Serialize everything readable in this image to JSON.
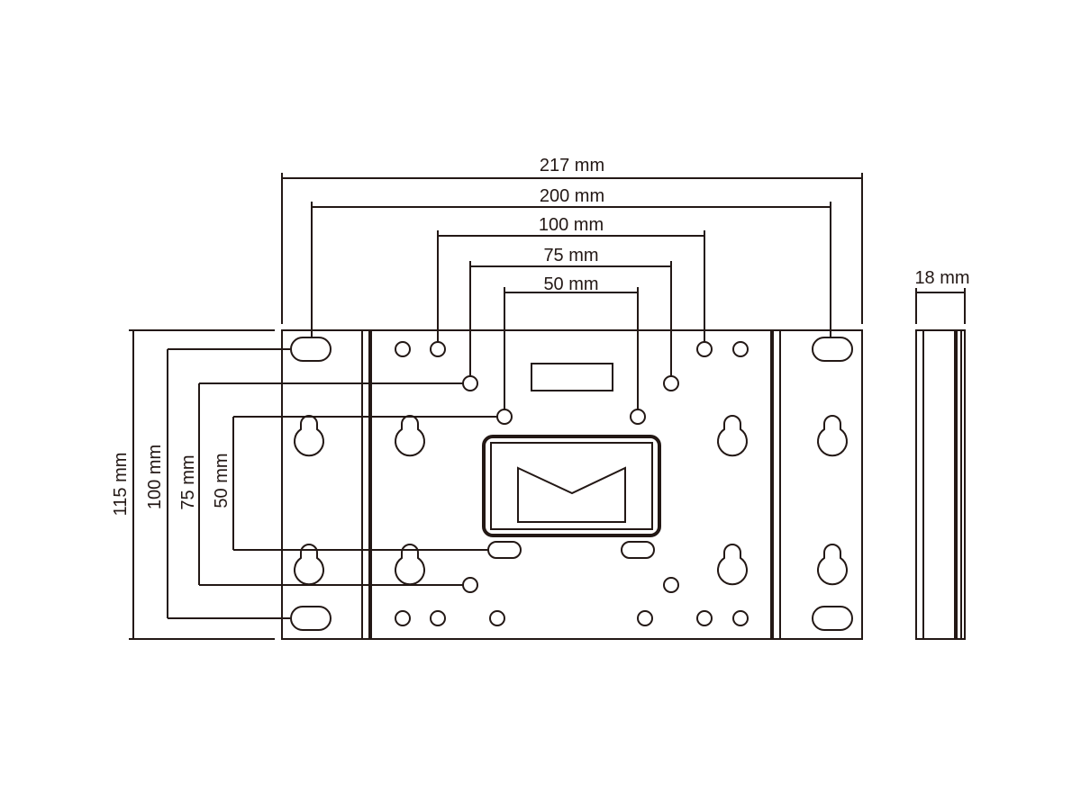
{
  "diagram": {
    "color": "#231815",
    "width_dimensions": {
      "overall": "217 mm",
      "slots": "200 mm",
      "vesa_100": "100 mm",
      "vesa_75": "75 mm",
      "vesa_50": "50 mm"
    },
    "height_dimensions": {
      "overall": "115 mm",
      "vesa_100": "100 mm",
      "vesa_75": "75 mm",
      "vesa_50": "50 mm"
    },
    "depth_dimension": "18 mm"
  }
}
